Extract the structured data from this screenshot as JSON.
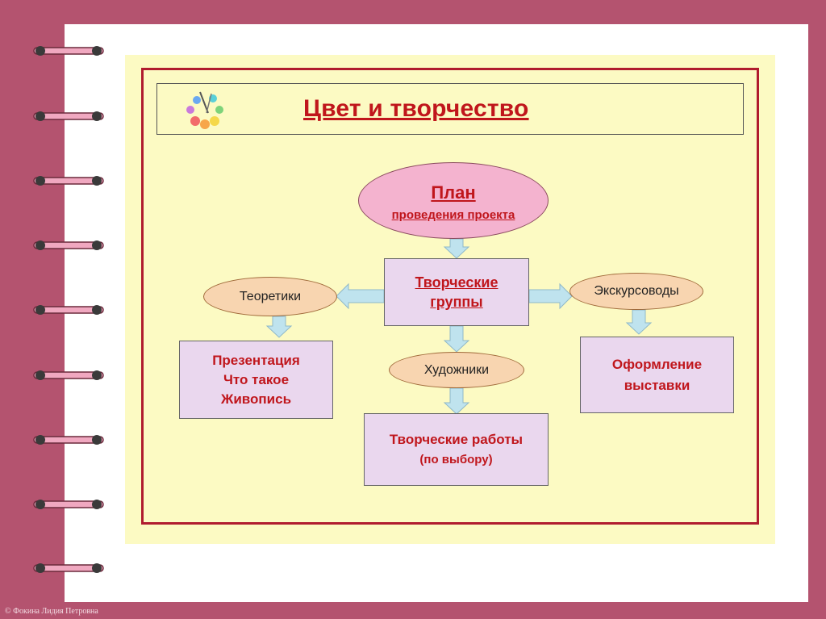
{
  "title": "Цвет и творчество",
  "nodes": {
    "plan_title": "План",
    "plan_subtitle": "проведения проекта",
    "groups": "Творческие группы",
    "theorists": "Теоретики",
    "guides": "Экскурсоводы",
    "artists": "Художники",
    "presentation_line1": "Презентация",
    "presentation_line2": "Что такое",
    "presentation_line3": "Живопись",
    "exhibition_line1": "Оформление",
    "exhibition_line2": "выставки",
    "works_line1": "Творческие работы",
    "works_line2": "(по выбору)"
  },
  "footer": "© Фокина Лидия Петровна",
  "colors": {
    "border": "#b4536f",
    "slide_bg": "#fcfac3",
    "title_red": "#c0161c",
    "box_fill": "#ead7ee",
    "peach_fill": "#f8d5b0",
    "pink_fill": "#f4b3cf",
    "arrow_fill": "#bfe3ee"
  },
  "icons": [
    "ring-binding-icon",
    "color-palette-icon"
  ]
}
